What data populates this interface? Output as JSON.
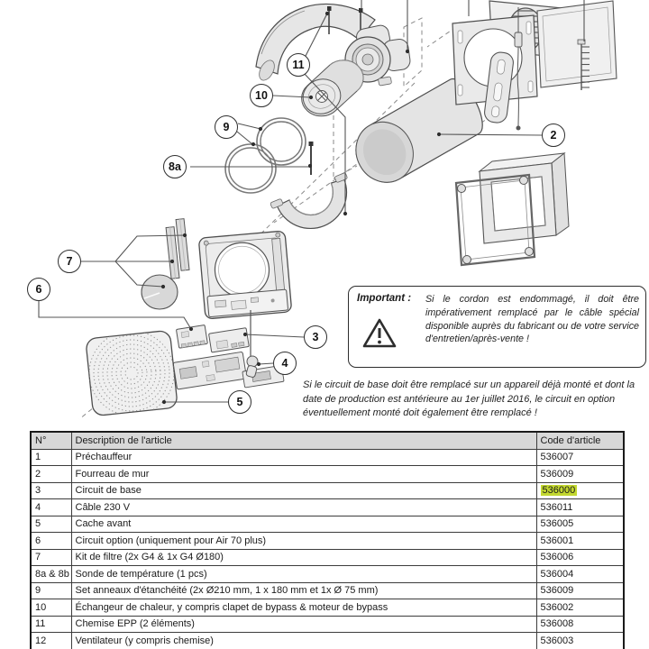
{
  "diagram": {
    "callouts": [
      {
        "id": "11",
        "label": "11"
      },
      {
        "id": "10",
        "label": "10"
      },
      {
        "id": "9",
        "label": "9"
      },
      {
        "id": "8a",
        "label": "8a"
      },
      {
        "id": "7",
        "label": "7"
      },
      {
        "id": "6",
        "label": "6"
      },
      {
        "id": "3",
        "label": "3"
      },
      {
        "id": "4",
        "label": "4"
      },
      {
        "id": "5",
        "label": "5"
      },
      {
        "id": "2",
        "label": "2"
      }
    ]
  },
  "warning": {
    "label": "Important :",
    "icon": "warning-triangle-icon",
    "text": "Si le cordon est endommagé, il doit être impérativement remplacé par le câble spécial disponible auprès du fabricant ou de votre service d'entretien/après-vente !"
  },
  "note": "Si le circuit de base doit être remplacé sur un appareil déjà monté et dont la date de production est antérieure au 1er juillet 2016, le circuit en option éventuellement monté doit également être remplacé !",
  "table": {
    "headers": [
      "N°",
      "Description de l'article",
      "Code d'article"
    ],
    "highlight_color": "#c3d82f",
    "rows": [
      {
        "no": "1",
        "description": "Préchauffeur",
        "code": "536007",
        "highlight": false
      },
      {
        "no": "2",
        "description": "Fourreau de mur",
        "code": "536009",
        "highlight": false
      },
      {
        "no": "3",
        "description": "Circuit de base",
        "code": "536000",
        "highlight": true
      },
      {
        "no": "4",
        "description": "Câble 230 V",
        "code": "536011",
        "highlight": false
      },
      {
        "no": "5",
        "description": "Cache avant",
        "code": "536005",
        "highlight": false
      },
      {
        "no": "6",
        "description": "Circuit option (uniquement pour Air 70 plus)",
        "code": "536001",
        "highlight": false
      },
      {
        "no": "7",
        "description": "Kit de filtre (2x G4 & 1x G4 Ø180)",
        "code": "536006",
        "highlight": false
      },
      {
        "no": "8a & 8b",
        "description": "Sonde de température (1 pcs)",
        "code": "536004",
        "highlight": false
      },
      {
        "no": "9",
        "description": "Set anneaux d'étanchéité (2x Ø210 mm, 1 x 180 mm et 1x Ø 75 mm)",
        "code": "536009",
        "highlight": false
      },
      {
        "no": "10",
        "description": "Échangeur de chaleur, y compris clapet de bypass & moteur de bypass",
        "code": "536002",
        "highlight": false
      },
      {
        "no": "11",
        "description": "Chemise EPP (2 éléments)",
        "code": "536008",
        "highlight": false
      },
      {
        "no": "12",
        "description": "Ventilateur (y compris chemise)",
        "code": "536003",
        "highlight": false
      }
    ]
  }
}
